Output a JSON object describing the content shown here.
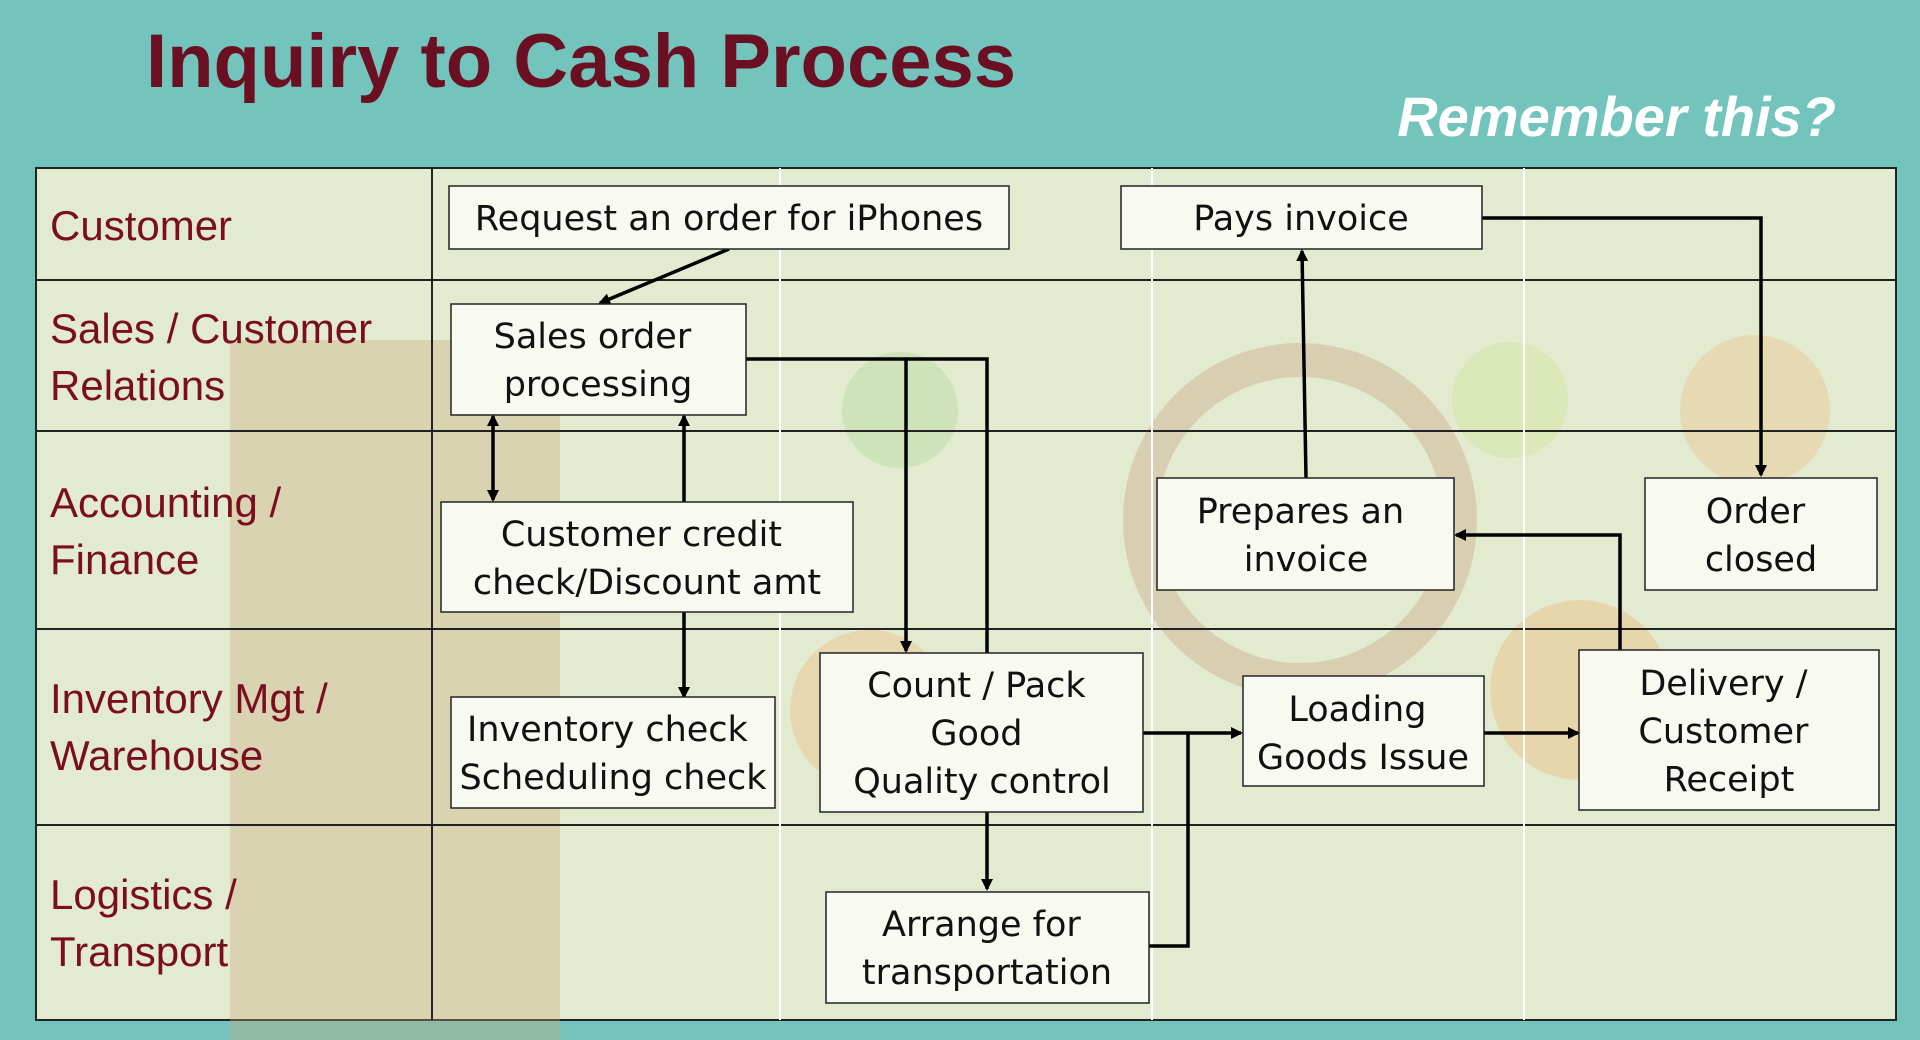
{
  "title": "Inquiry to Cash Process",
  "subtitle": "Remember this?",
  "lanes": [
    {
      "id": "customer",
      "label_lines": [
        "Customer"
      ]
    },
    {
      "id": "sales",
      "label_lines": [
        "Sales / Customer",
        "Relations"
      ]
    },
    {
      "id": "accounting",
      "label_lines": [
        "Accounting /",
        "Finance"
      ]
    },
    {
      "id": "inventory",
      "label_lines": [
        "Inventory Mgt /",
        "Warehouse"
      ]
    },
    {
      "id": "logistics",
      "label_lines": [
        "Logistics /",
        "Transport"
      ]
    }
  ],
  "boxes": [
    {
      "id": "request-order",
      "lane": "customer",
      "lines": [
        "Request an order for iPhones"
      ]
    },
    {
      "id": "pays-invoice",
      "lane": "customer",
      "lines": [
        "Pays invoice"
      ]
    },
    {
      "id": "sales-order-processing",
      "lane": "sales",
      "lines": [
        "Sales order",
        "processing"
      ]
    },
    {
      "id": "credit-check",
      "lane": "accounting",
      "lines": [
        "Customer credit",
        "check/Discount amt"
      ]
    },
    {
      "id": "prepares-invoice",
      "lane": "accounting",
      "lines": [
        "Prepares an",
        "invoice"
      ]
    },
    {
      "id": "order-closed",
      "lane": "accounting",
      "lines": [
        "Order",
        "closed"
      ]
    },
    {
      "id": "inventory-check",
      "lane": "inventory",
      "lines": [
        "Inventory check",
        "Scheduling check"
      ]
    },
    {
      "id": "count-pack",
      "lane": "inventory",
      "lines": [
        "Count / Pack",
        "Good",
        "Quality control"
      ]
    },
    {
      "id": "loading-goods",
      "lane": "inventory",
      "lines": [
        "Loading",
        "Goods Issue"
      ]
    },
    {
      "id": "delivery-receipt",
      "lane": "inventory",
      "lines": [
        "Delivery /",
        "Customer",
        "Receipt"
      ]
    },
    {
      "id": "arrange-transport",
      "lane": "logistics",
      "lines": [
        "Arrange for",
        "transportation"
      ]
    }
  ],
  "connectors": [
    {
      "from": "request-order",
      "to": "sales-order-processing"
    },
    {
      "from": "sales-order-processing",
      "to": "credit-check",
      "bidirectional": true
    },
    {
      "from": "sales-order-processing",
      "to": "inventory-check",
      "bidirectional": true
    },
    {
      "from": "sales-order-processing",
      "to": "count-pack"
    },
    {
      "from": "sales-order-processing",
      "to": "arrange-transport"
    },
    {
      "from": "count-pack",
      "to": "loading-goods"
    },
    {
      "from": "arrange-transport",
      "to": "loading-goods"
    },
    {
      "from": "loading-goods",
      "to": "delivery-receipt"
    },
    {
      "from": "delivery-receipt",
      "to": "prepares-invoice"
    },
    {
      "from": "prepares-invoice",
      "to": "pays-invoice"
    },
    {
      "from": "pays-invoice",
      "to": "order-closed"
    }
  ],
  "colors": {
    "background": "#72c4bd",
    "panel": "#e2ebcf",
    "title": "#6b0f22",
    "lane_label": "#7a0d20",
    "box_fill": "#f8f9f1"
  }
}
